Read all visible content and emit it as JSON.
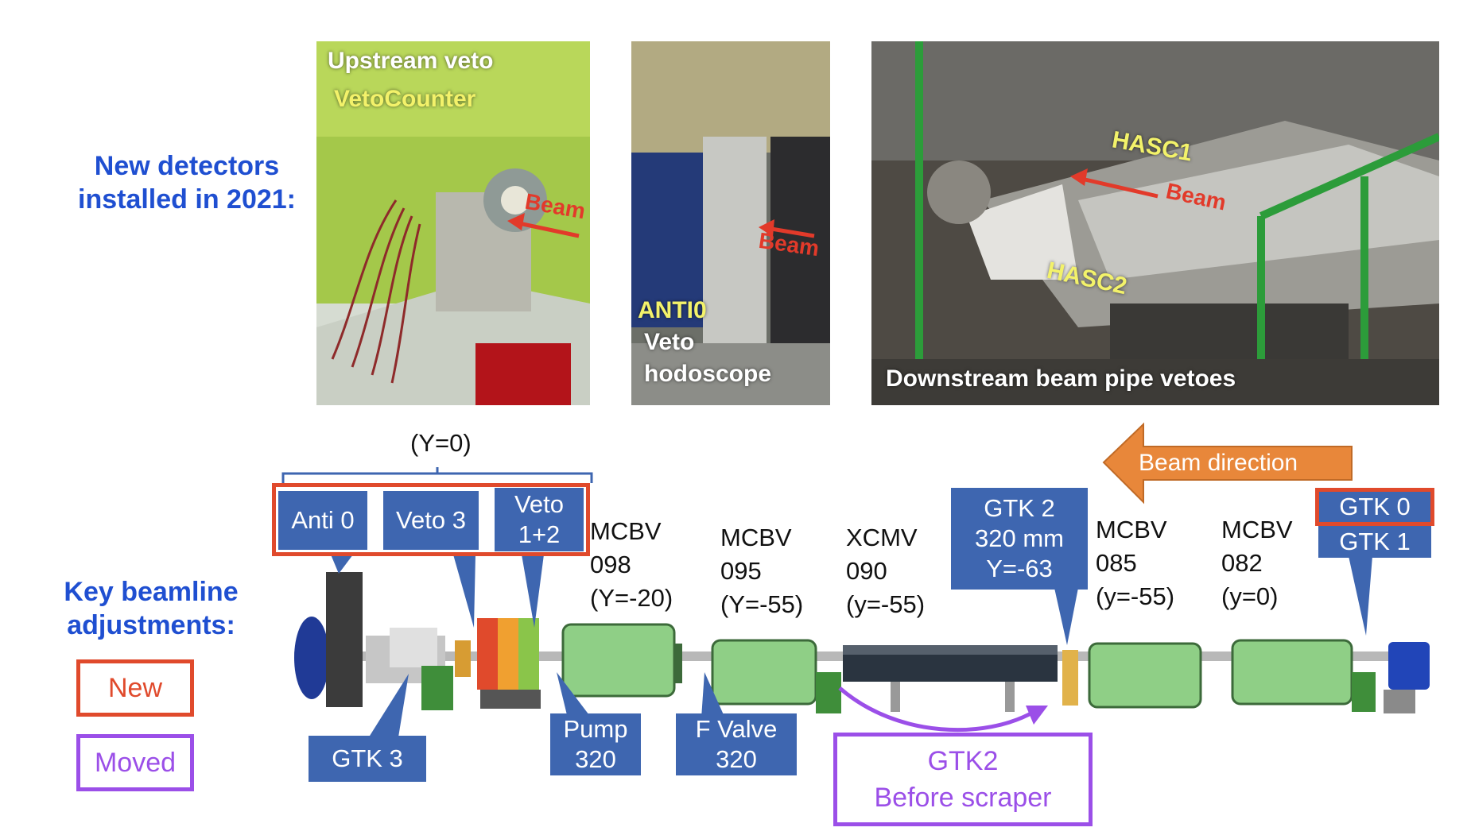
{
  "side": {
    "new_detectors_line1": "New detectors",
    "new_detectors_line2": "installed in 2021:",
    "key_line1": "Key beamline",
    "key_line2": "adjustments:"
  },
  "legend": {
    "new": "New",
    "moved": "Moved"
  },
  "photos": {
    "p1": {
      "title": "Upstream veto",
      "subtitle": "VetoCounter",
      "beam": "Beam"
    },
    "p2": {
      "label1": "ANTI0",
      "label2": "Veto",
      "label3": "hodoscope",
      "beam": "Beam"
    },
    "p3": {
      "label1": "HASC1",
      "label2": "HASC2",
      "label3": "Downstream beam pipe vetoes",
      "beam": "Beam"
    }
  },
  "diagram": {
    "y0": "(Y=0)",
    "beam_direction": "Beam direction",
    "callouts": {
      "anti0": "Anti 0",
      "veto3": "Veto 3",
      "veto12_l1": "Veto",
      "veto12_l2": "1+2",
      "gtk3": "GTK 3",
      "pump_l1": "Pump",
      "pump_l2": "320",
      "fvalve_l1": "F Valve",
      "fvalve_l2": "320",
      "gtk2_l1": "GTK 2",
      "gtk2_l2": "320 mm",
      "gtk2_l3": "Y=-63",
      "gtk0": "GTK 0",
      "gtk1": "GTK 1"
    },
    "magnets": {
      "m098_l1": "MCBV",
      "m098_l2": "098",
      "m098_l3": "(Y=-20)",
      "m095_l1": "MCBV",
      "m095_l2": "095",
      "m095_l3": "(Y=-55)",
      "x090_l1": "XCMV",
      "x090_l2": "090",
      "x090_l3": "(y=-55)",
      "m085_l1": "MCBV",
      "m085_l2": "085",
      "m085_l3": "(y=-55)",
      "m082_l1": "MCBV",
      "m082_l2": "082",
      "m082_l3": "(y=0)"
    },
    "moved_box_l1": "GTK2",
    "moved_box_l2": "Before scraper"
  },
  "colors": {
    "label_blue": "#1f4fd1",
    "new_red": "#e04a2c",
    "moved_purple": "#9b4fe8",
    "callout_blue": "#3e66b0",
    "arrow_orange": "#e8873a",
    "magnet_green": "#8fcf86"
  }
}
